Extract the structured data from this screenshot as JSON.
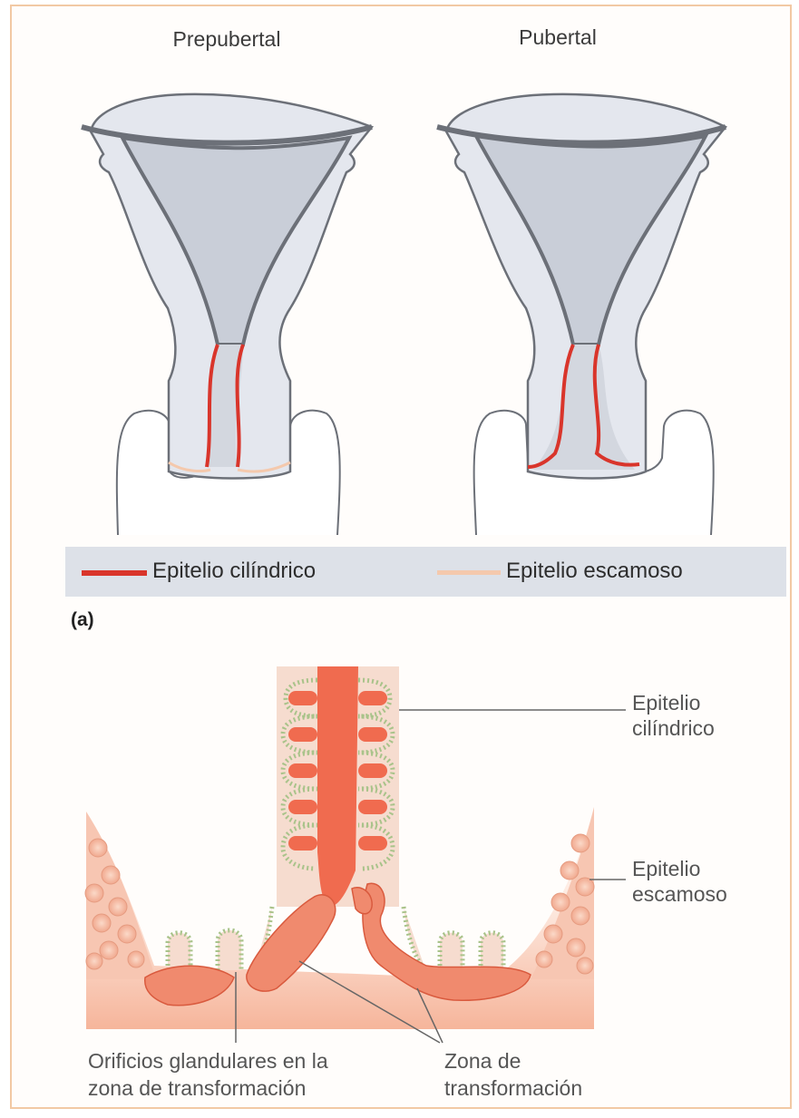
{
  "diagram": {
    "panel_titles": {
      "prepubertal": "Prepubertal",
      "pubertal": "Pubertal"
    },
    "legend": {
      "cylindrical": {
        "label": "Epitelio cilíndrico",
        "color": "#d9352b"
      },
      "squamous": {
        "label": "Epitelio escamoso",
        "color": "#f4c9ad"
      }
    },
    "figure_label": "(a)",
    "callouts": {
      "cylindrical": [
        "Epitelio",
        "cilíndrico"
      ],
      "squamous": [
        "Epitelio",
        "escamoso"
      ],
      "gland_openings": [
        "Orificios glandulares en la",
        "zona de transformación"
      ],
      "transformation_zone": [
        "Zona de",
        "transformación"
      ]
    },
    "colors": {
      "frame": "#f2c9a4",
      "uterus_fill": "#e4e7ee",
      "cavity_fill": "#c9ced8",
      "outline": "#6c7078",
      "tissue": "#f08a6e",
      "columnar": "#f06b4f",
      "squamous_tissue": "#f7c6b2"
    }
  }
}
